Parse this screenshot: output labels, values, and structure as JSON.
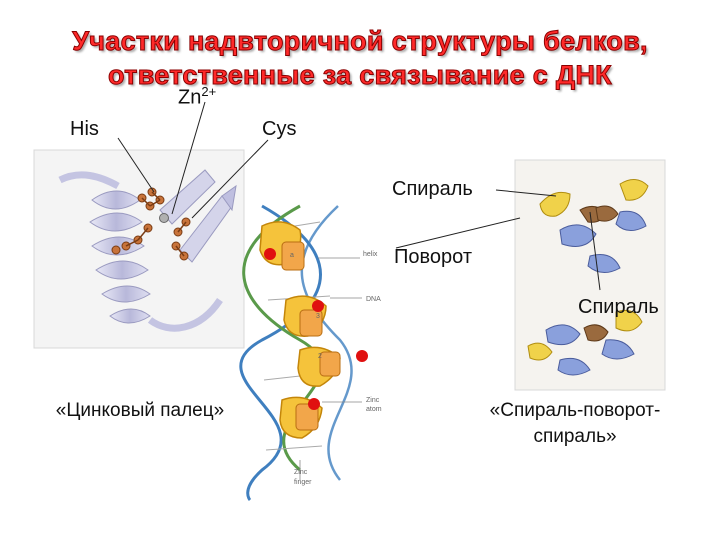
{
  "title": {
    "line1": "Участки надвторичной структуры белков,",
    "line2": "ответственные за связывание с ДНК"
  },
  "labels": {
    "zn": "Zn",
    "zn_sup": "2+",
    "his": "His",
    "cys": "Cys",
    "helix1": "Спираль",
    "turn": "Поворот",
    "helix2": "Спираль"
  },
  "captions": {
    "zinc_finger": "«Цинковый палец»",
    "hth_line1": "«Спираль-поворот-",
    "hth_line2": "спираль»"
  },
  "figure_text": {
    "a": "a",
    "helix": "helix",
    "dna": "DNA",
    "n3": "3",
    "n2": "2",
    "zinc_atom_1": "Zinc",
    "zinc_atom_2": "atom",
    "zinc_finger_1": "Zinc",
    "zinc_finger_2": "finger"
  },
  "colors": {
    "title": "#ff2a2a",
    "ribbon": "#c9c9e4",
    "dna_strand_a": "#3f7fbf",
    "dna_strand_b": "#5a9a4a",
    "finger": "#f5c33b",
    "zinc_atom": "#e01010",
    "helix_yellow": "#f0d24a",
    "turn_brown": "#9a6a3e",
    "hth_blue": "#8aa0dc"
  }
}
